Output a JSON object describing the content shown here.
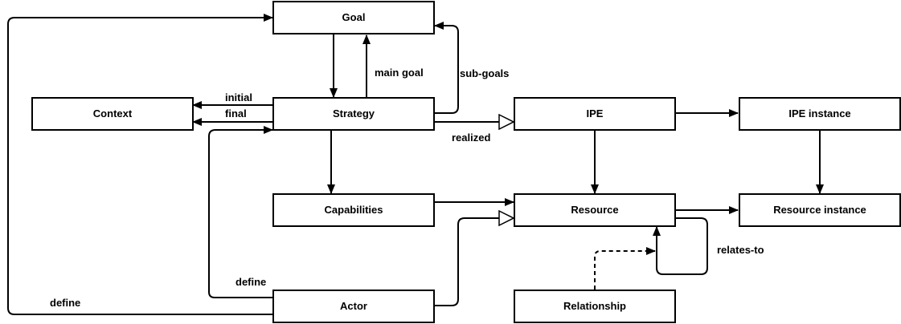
{
  "nodes": {
    "goal": "Goal",
    "context": "Context",
    "strategy": "Strategy",
    "ipe": "IPE",
    "ipe_instance": "IPE instance",
    "capabilities": "Capabilities",
    "resource": "Resource",
    "resource_instance": "Resource instance",
    "actor": "Actor",
    "relationship": "Relationship"
  },
  "edge_labels": {
    "main_goal": "main goal",
    "sub_goals": "sub-goals",
    "initial": "initial",
    "final": "final",
    "realized": "realized",
    "relates_to": "relates-to",
    "define_strategy": "define",
    "define_goal": "define"
  },
  "colors": {
    "line": "#000000",
    "box_fill": "#ffffff"
  }
}
